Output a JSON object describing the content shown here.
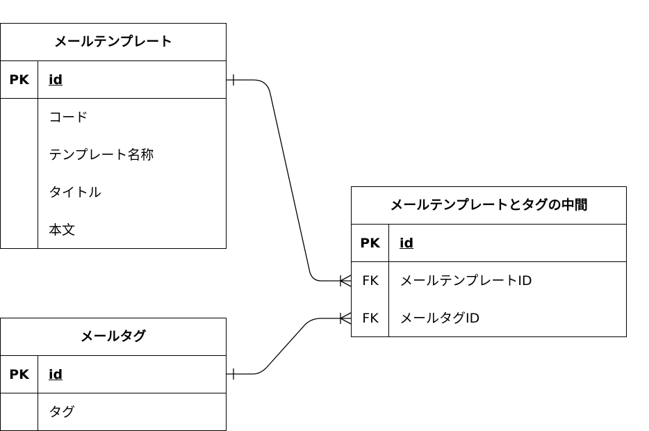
{
  "entities": {
    "mail_template": {
      "title": "メールテンプレート",
      "pk_label": "PK",
      "pk_field": "id",
      "attributes": [
        "コード",
        "テンプレート名称",
        "タイトル",
        "本文"
      ]
    },
    "mail_template_tag": {
      "title": "メールテンプレートとタグの中間",
      "pk_label": "PK",
      "pk_field": "id",
      "fk_rows": [
        {
          "key": "FK",
          "field": "メールテンプレートID"
        },
        {
          "key": "FK",
          "field": "メールタグID"
        }
      ]
    },
    "mail_tag": {
      "title": "メールタグ",
      "pk_label": "PK",
      "pk_field": "id",
      "attributes": [
        "タグ"
      ]
    }
  },
  "relationships": [
    {
      "from": "メールテンプレート",
      "to": "メールテンプレートとタグの中間",
      "from_cardinality": "one",
      "to_cardinality": "many"
    },
    {
      "from": "メールタグ",
      "to": "メールテンプレートとタグの中間",
      "from_cardinality": "one",
      "to_cardinality": "many"
    }
  ]
}
